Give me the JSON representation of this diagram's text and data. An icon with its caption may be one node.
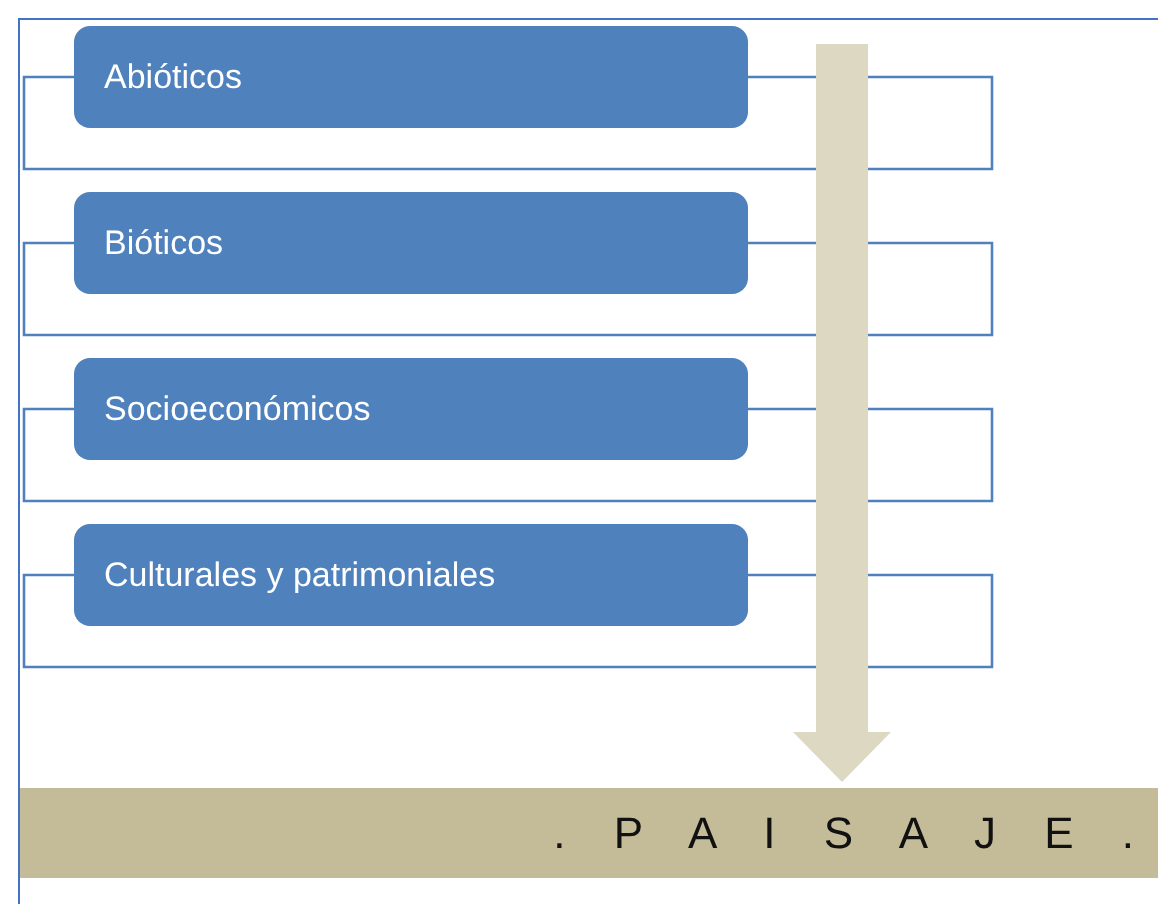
{
  "diagram": {
    "nodes": [
      {
        "text": [
          "Abióticos"
        ]
      },
      {
        "text": [
          "Bióticos"
        ]
      },
      {
        "text": [
          "Socioeconómicos"
        ]
      },
      {
        "text": [
          "Culturales y patrimoniales"
        ]
      },
      {
        "text": [
          ". P A I S A J E ."
        ]
      }
    ],
    "edges": [
      {
        "from": null,
        "to": 4,
        "arrow": "to",
        "style": "thick"
      }
    ]
  }
}
